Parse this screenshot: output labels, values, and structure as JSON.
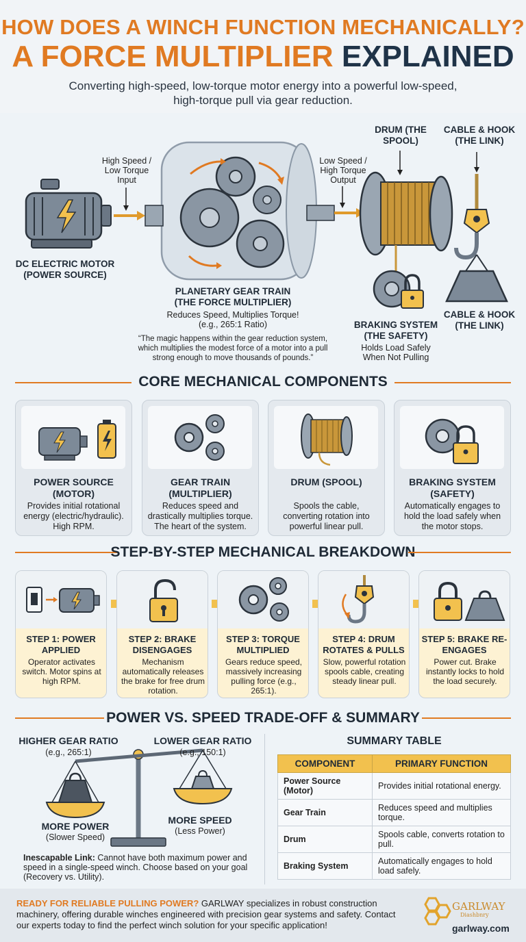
{
  "header": {
    "title_line1": "HOW DOES A WINCH FUNCTION MECHANICALLY?",
    "title_line2_a": "A FORCE MULTIPLIER",
    "title_line2_b": "EXPLAINED",
    "subtitle": "Converting high-speed, low-torque motor energy into a powerful low-speed, high-torque pull via gear reduction."
  },
  "diagram": {
    "input_label": "High Speed / Low Torque Input",
    "output_label": "Low Speed / High Torque Output",
    "motor_label": "DC ELECTRIC MOTOR (POWER SOURCE)",
    "gear_title": "PLANETARY GEAR TRAIN (THE FORCE MULTIPLIER)",
    "gear_desc": "Reduces Speed, Multiplies Torque! (e.g., 265:1 Ratio)",
    "quote": "“The magic happens within the gear reduction system, which multiplies the modest force of a motor into a pull strong enough to move thousands of pounds.”",
    "drum_label": "DRUM (THE SPOOL)",
    "cable_label_top": "CABLE & HOOK (THE LINK)",
    "cable_label_bottom": "CABLE & HOOK (THE LINK)",
    "brake_title": "BRAKING SYSTEM (THE SAFETY)",
    "brake_desc": "Holds Load Safely When Not Pulling"
  },
  "components": {
    "title": "CORE MECHANICAL COMPONENTS",
    "items": [
      {
        "title": "POWER SOURCE (MOTOR)",
        "desc": "Provides initial rotational energy (electric/hydraulic). High RPM."
      },
      {
        "title": "GEAR TRAIN (MULTIPLIER)",
        "desc": "Reduces speed and drastically multiplies torque. The heart of the system."
      },
      {
        "title": "DRUM (SPOOL)",
        "desc": "Spools the cable, converting rotation into powerful linear pull."
      },
      {
        "title": "BRAKING SYSTEM (SAFETY)",
        "desc": "Automatically engages to hold the load safely when the motor stops."
      }
    ]
  },
  "steps": {
    "title": "STEP-BY-STEP MECHANICAL BREAKDOWN",
    "items": [
      {
        "title": "STEP 1: POWER APPLIED",
        "desc": "Operator activates switch. Motor spins at high RPM."
      },
      {
        "title": "STEP 2: BRAKE DISENGAGES",
        "desc": "Mechanism automatically releases the brake for free drum rotation."
      },
      {
        "title": "STEP 3: TORQUE MULTIPLIED",
        "desc": "Gears reduce speed, massively increasing pulling force (e.g., 265:1)."
      },
      {
        "title": "STEP 4: DRUM ROTATES & PULLS",
        "desc": "Slow, powerful rotation spools cable, creating steady linear pull."
      },
      {
        "title": "STEP 5: BRAKE RE-ENGAGES",
        "desc": "Power cut. Brake instantly locks to hold the load securely."
      }
    ]
  },
  "tradeoff": {
    "title": "POWER VS. SPEED TRADE-OFF & SUMMARY",
    "left_title": "HIGHER GEAR RATIO",
    "left_ratio": "(e.g., 265:1)",
    "right_title": "LOWER GEAR RATIO",
    "right_ratio": "(e.g., 150:1)",
    "left_result": "MORE POWER",
    "left_sub": "(Slower Speed)",
    "right_result": "MORE SPEED",
    "right_sub": "(Less Power)",
    "link_bold": "Inescapable Link:",
    "link_text": " Cannot have both maximum power and speed in a single-speed winch. Choose based on your goal (Recovery vs. Utility)."
  },
  "summary": {
    "title": "SUMMARY TABLE",
    "col1": "COMPONENT",
    "col2": "PRIMARY FUNCTION",
    "rows": [
      {
        "component": "Power Source (Motor)",
        "function": "Provides initial rotational energy."
      },
      {
        "component": "Gear Train",
        "function": "Reduces speed and multiplies torque."
      },
      {
        "component": "Drum",
        "function": "Spools cable, converts rotation to pull."
      },
      {
        "component": "Braking System",
        "function": "Automatically engages to hold load safely."
      }
    ]
  },
  "footer": {
    "cta_bold": "READY FOR RELIABLE PULLING POWER?",
    "cta_text": " GARLWAY specializes in robust construction machinery, offering durable winches engineered with precision gear systems and safety. Contact our experts today to find the perfect winch solution for your specific application!",
    "logo_text": "GARLWAY",
    "logo_sub": "Diashbnry",
    "site": "garlway.com"
  },
  "colors": {
    "accent": "#e07a22",
    "navy": "#1f3348",
    "yellow": "#f2c14e",
    "background": "#eef3f7"
  }
}
